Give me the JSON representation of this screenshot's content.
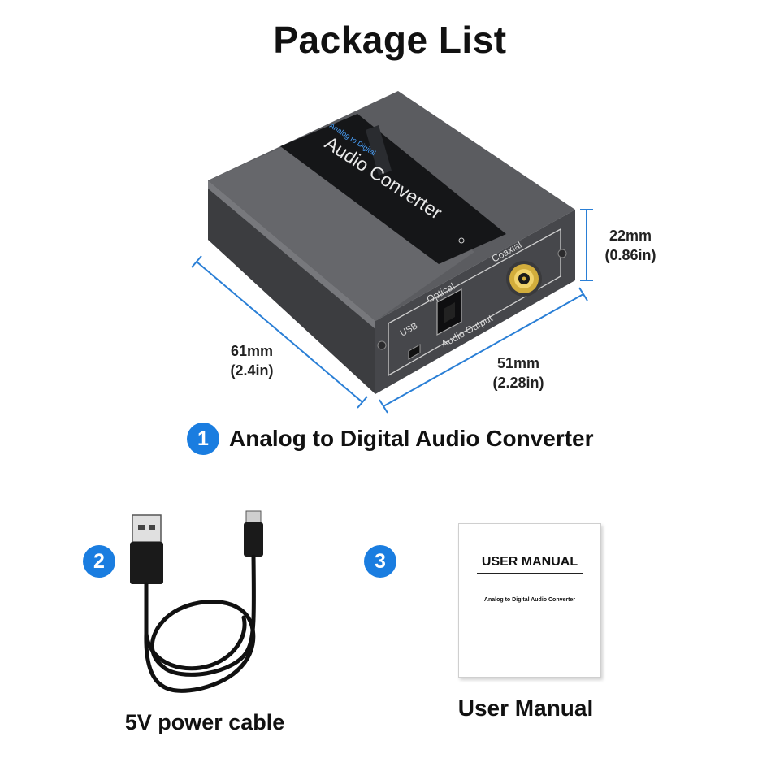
{
  "page_title": "Package List",
  "items": [
    {
      "number": "1",
      "label": "Analog to Digital Audio Converter"
    },
    {
      "number": "2",
      "label": "5V power cable"
    },
    {
      "number": "3",
      "label": "User Manual"
    }
  ],
  "dimensions": {
    "height": {
      "mm": "22mm",
      "in": "(0.86in)"
    },
    "depth": {
      "mm": "61mm",
      "in": "(2.4in)"
    },
    "width": {
      "mm": "51mm",
      "in": "(2.28in)"
    }
  },
  "device_labels": {
    "top_main": "Audio Converter",
    "top_small": "Analog to Digital",
    "usb": "USB",
    "optical": "Optical",
    "coaxial": "Coaxial",
    "output": "Audio Output"
  },
  "manual": {
    "title": "USER MANUAL",
    "subtitle": "Analog to Digital Audio Converter"
  },
  "colors": {
    "accent": "#1a7de0",
    "device_body": "#4a4b4e",
    "dimension_line": "#2a7fd6"
  }
}
